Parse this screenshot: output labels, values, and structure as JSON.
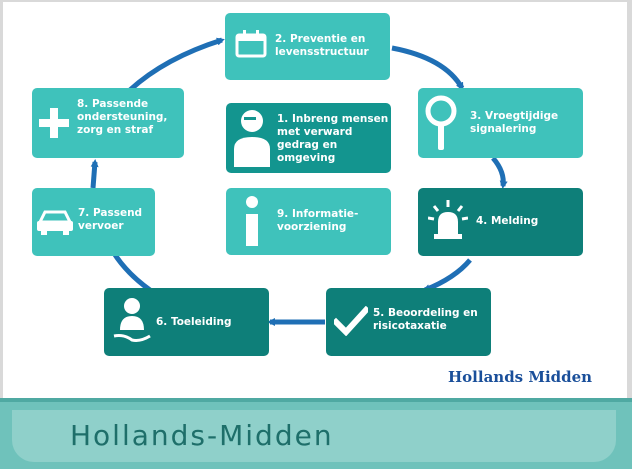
{
  "diagram": {
    "steps": [
      {
        "id": 1,
        "text": "1. Inbreng mensen met verward gedrag en omgeving",
        "icon": "person-icon"
      },
      {
        "id": 2,
        "text": "2. Preventie en levensstructuur",
        "icon": "calendar-icon"
      },
      {
        "id": 3,
        "text": "3. Vroegtijdige signalering",
        "icon": "magnifier-icon"
      },
      {
        "id": 4,
        "text": "4. Melding",
        "icon": "siren-icon"
      },
      {
        "id": 5,
        "text": "5. Beoordeling en risicotaxatie",
        "icon": "checkmark-icon"
      },
      {
        "id": 6,
        "text": "6. Toeleiding",
        "icon": "hand-person-icon"
      },
      {
        "id": 7,
        "text": "7. Passend vervoer",
        "icon": "car-icon"
      },
      {
        "id": 8,
        "text": "8. Passende ondersteuning, zorg en straf",
        "icon": "plus-icon"
      },
      {
        "id": 9,
        "text": "9. Informatie-voorziening",
        "icon": "info-icon"
      }
    ],
    "brand": "Hollands Midden",
    "colors": {
      "light": "#3fc2bb",
      "dark": "#0e7f79",
      "arrow": "#1f6fb5",
      "brand": "#1a4f9a"
    }
  },
  "footer": {
    "title": "Hollands-Midden"
  }
}
